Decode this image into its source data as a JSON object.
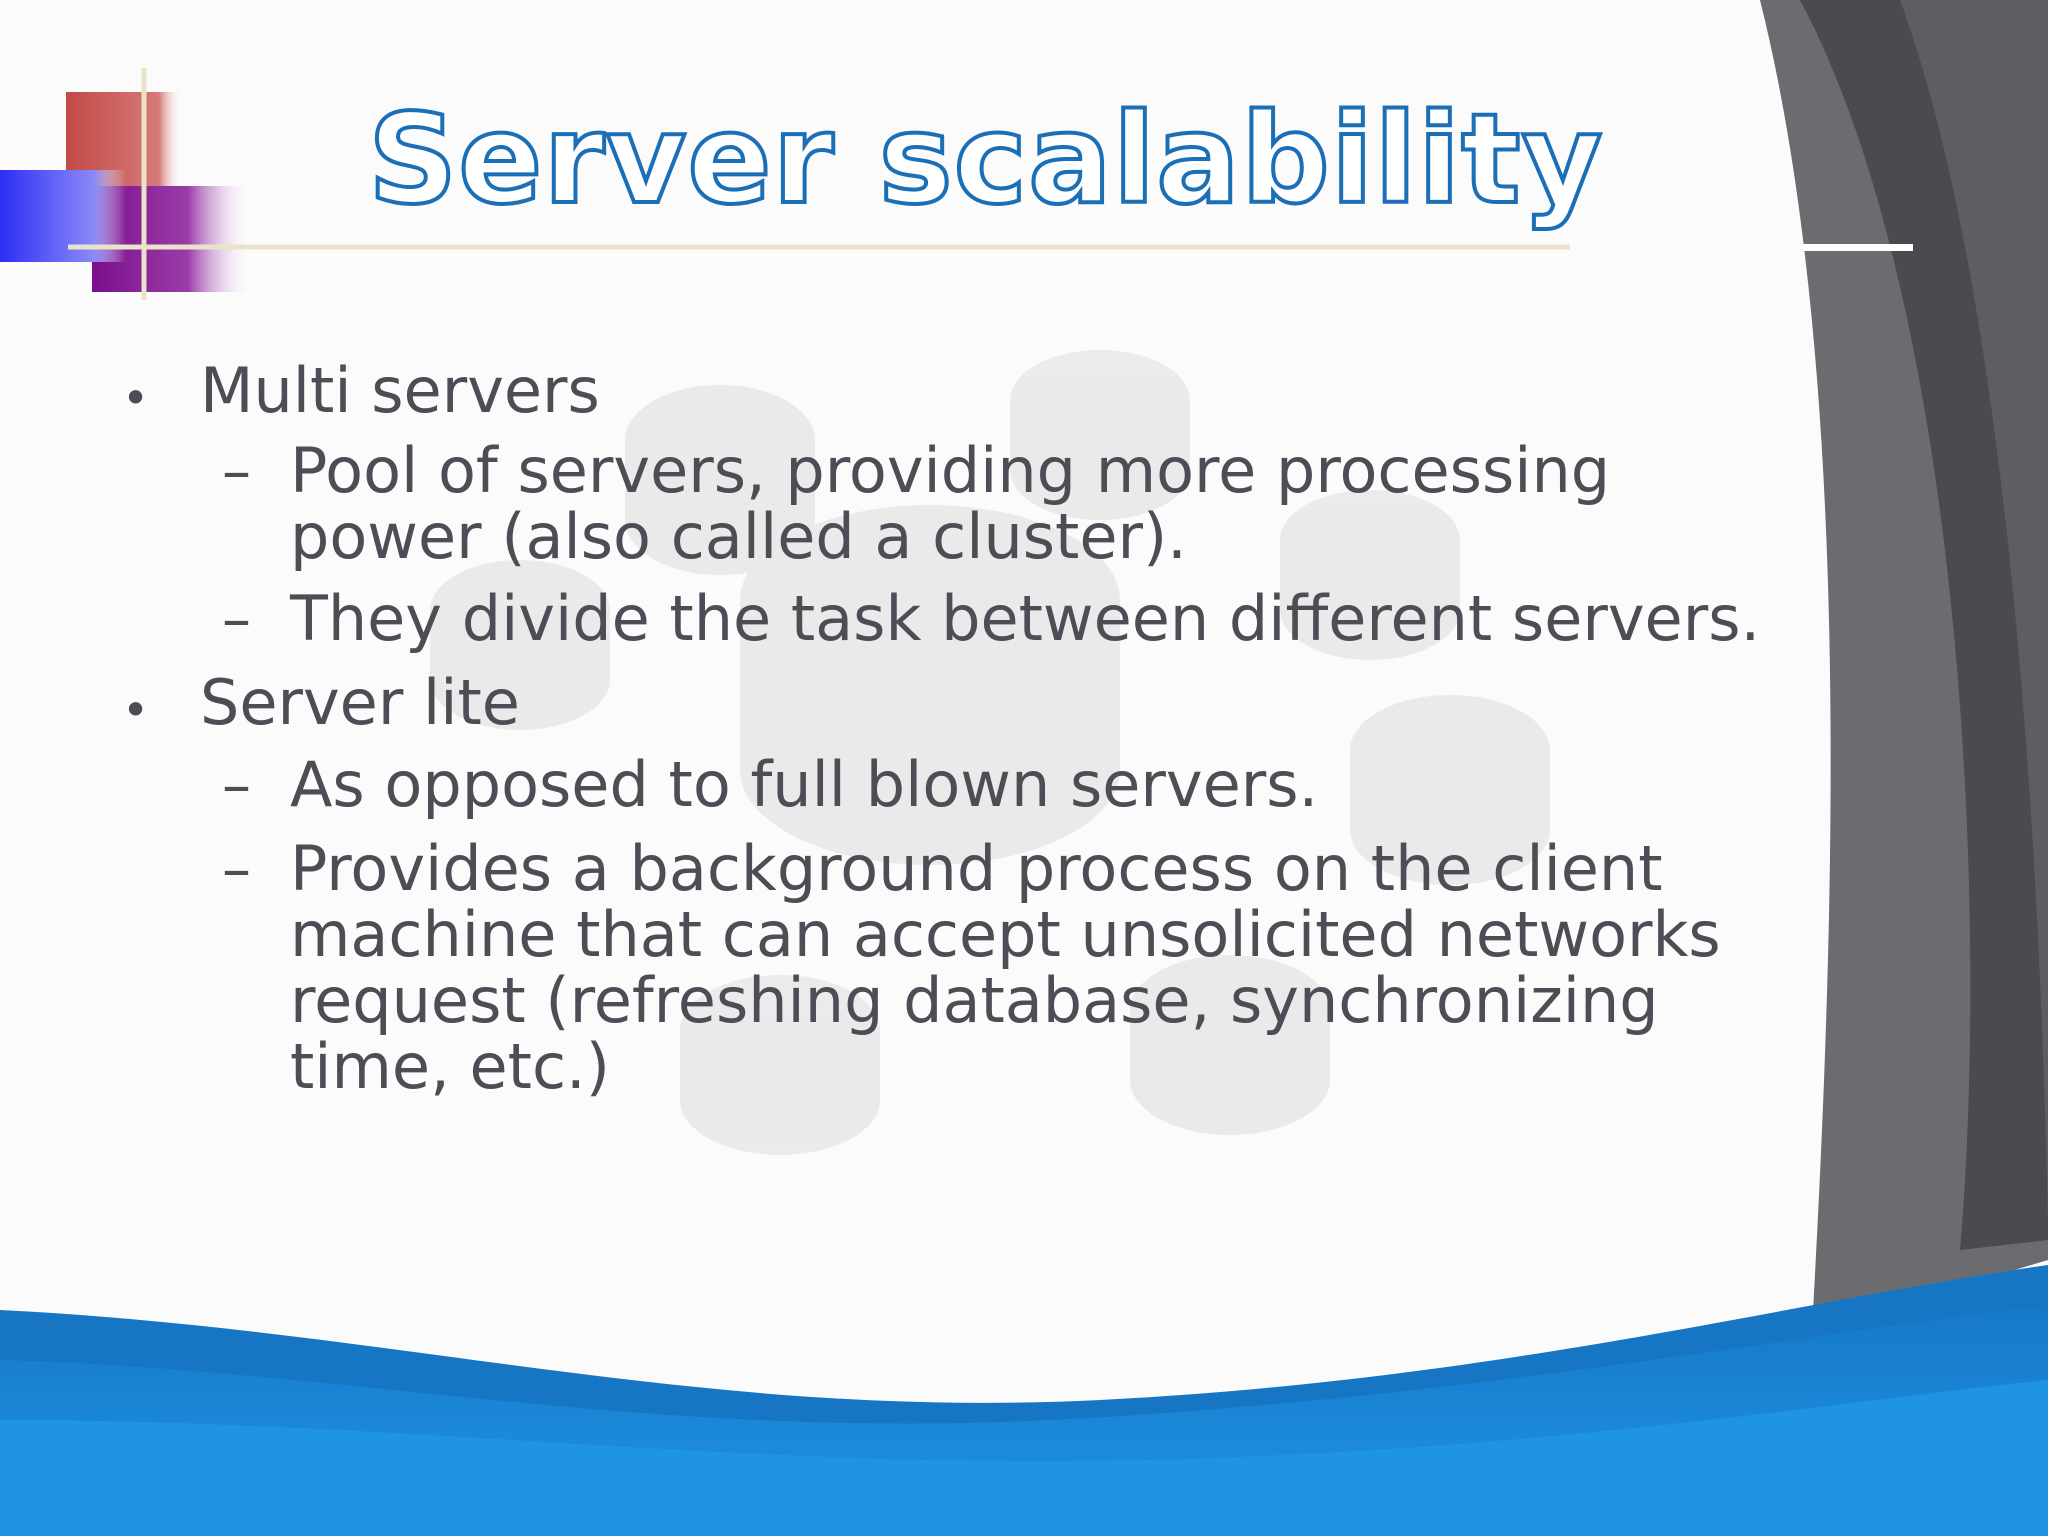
{
  "slide": {
    "title": "Server scalability",
    "bullets": [
      {
        "text": "Multi servers",
        "subitems": [
          {
            "line1": "Pool of servers, providing more processing",
            "line2": "power (also called a cluster)."
          },
          {
            "line1": "They divide the task between different servers."
          }
        ]
      },
      {
        "text": "Server lite",
        "subitems": [
          {
            "line1": "As opposed to full blown servers."
          },
          {
            "line1": "Provides a background process on the client",
            "line2": "machine that can accept unsolicited networks",
            "line3": "request (refreshing database, synchronizing",
            "line4": "time, etc.)"
          }
        ]
      }
    ],
    "bullet_symbol": "•",
    "sub_symbol": "–"
  },
  "colors": {
    "title_stroke": "#1b6fb6",
    "body_text": "#4d4d55",
    "wave_blue": "#1a8ad8",
    "wave_dark_blue": "#0e67b0",
    "right_panel_dark": "#4a4a4f",
    "right_panel_mid": "#6b6b70"
  }
}
